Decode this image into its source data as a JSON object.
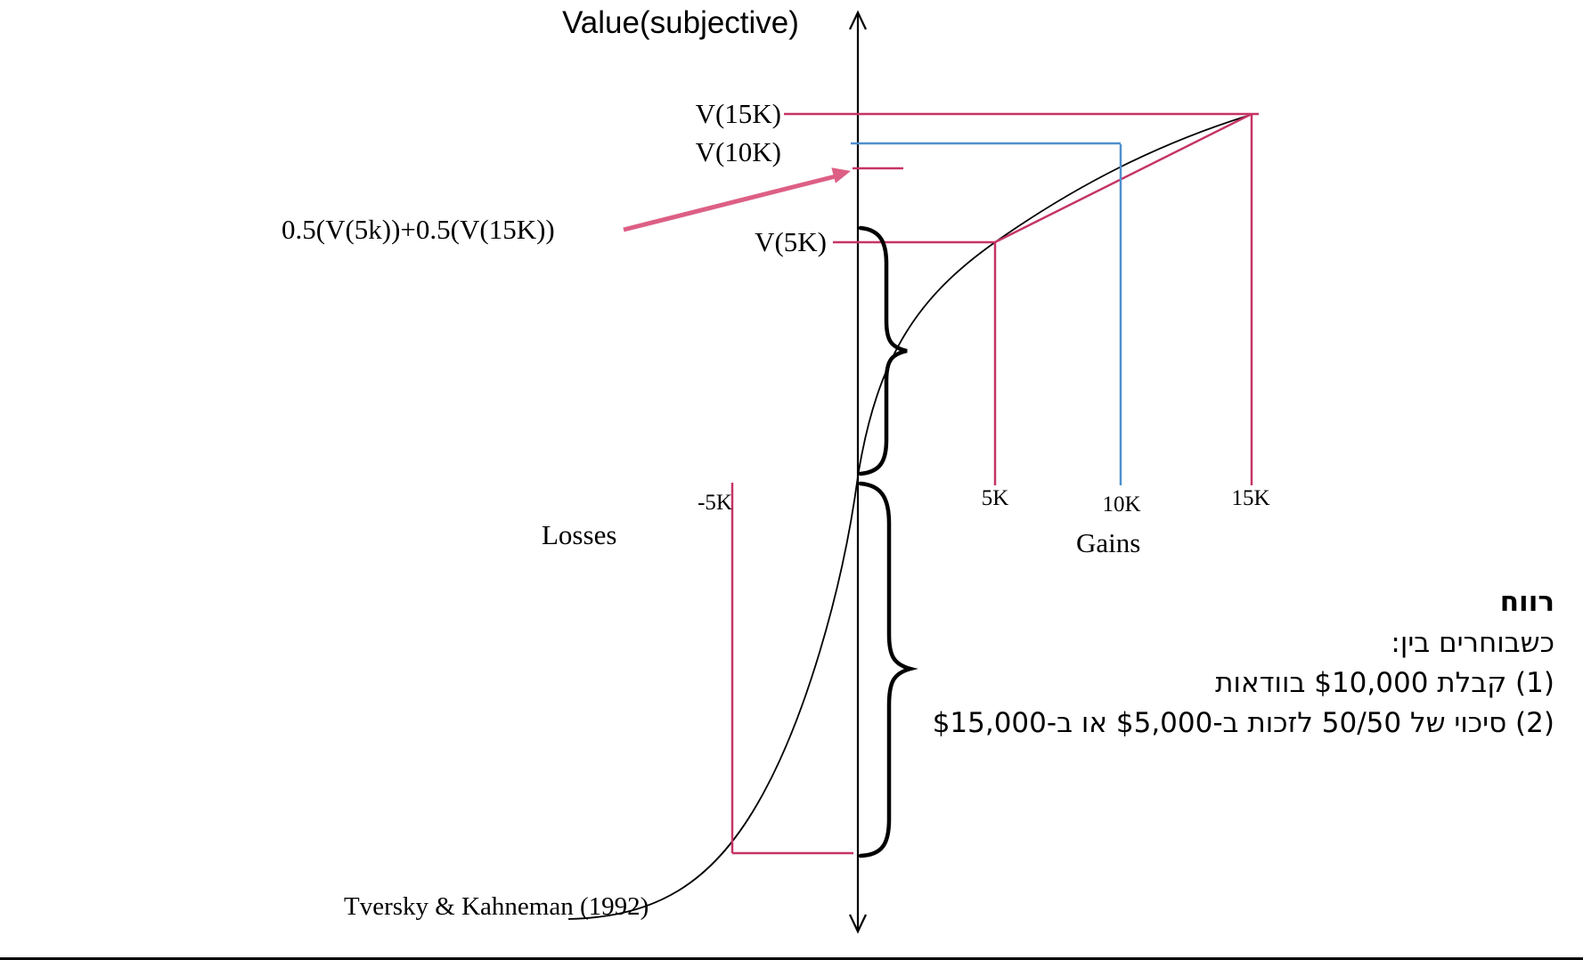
{
  "title": {
    "y_axis": "Value(subjective)"
  },
  "labels": {
    "v15k": "V(15K)",
    "v10k": "V(10K)",
    "expected_value": "0.5(V(5k))+0.5(V(15K))",
    "v5k": "V(5K)",
    "losses": "Losses",
    "gains": "Gains",
    "attribution": "Tversky & Kahneman (1992)"
  },
  "x_ticks": {
    "neg5k": "-5K",
    "pos5k": "5K",
    "pos10k": "10K",
    "pos15k": "15K"
  },
  "hebrew_note": {
    "title": "רווח",
    "intro": "כשבוחרים בין:",
    "option1": "(1) קבלת $10,000 בוודאות",
    "option2": "(2) סיכוי של 50/50 לזכות ב-$5,000 או ב-$15,000"
  },
  "colors": {
    "pink": "#c63466",
    "arrow_pink": "#dd5f85",
    "blue": "#4f8fce",
    "axis_black": "#000000"
  },
  "chart_data": {
    "type": "line",
    "title": "Value(subjective)",
    "x_axis": {
      "left_label": "Losses",
      "right_label": "Gains",
      "ticks": [
        "-5K",
        "5K",
        "10K",
        "15K"
      ]
    },
    "curve_shape": "S-curve value function: concave for gains, convex and steeper for losses, passing through the origin (reference point)",
    "curve_points_relative_value": [
      {
        "x": "-5K",
        "value": -1.61
      },
      {
        "x": "0",
        "value": 0
      },
      {
        "x": "5K",
        "value": 1.0
      },
      {
        "x": "10K",
        "value": 1.42
      },
      {
        "x": "15K",
        "value": 1.55
      }
    ],
    "marked_levels": [
      {
        "label": "V(15K)",
        "relative_value": 1.55,
        "color": "pink"
      },
      {
        "label": "V(10K)",
        "relative_value": 1.42,
        "color": "blue"
      },
      {
        "label": "0.5(V(5k))+0.5(V(15K))",
        "relative_value": 1.31,
        "color": "pink"
      },
      {
        "label": "V(5K)",
        "relative_value": 1.0,
        "color": "pink"
      }
    ],
    "annotations": [
      "chord connecting curve points at 5K and 15K marks the gamble's expected subjective value",
      "braces on the value axis compare magnitude of V(5K) gain vs V(-5K) loss"
    ],
    "legend": false,
    "grid": false,
    "source": "Tversky & Kahneman (1992)"
  }
}
